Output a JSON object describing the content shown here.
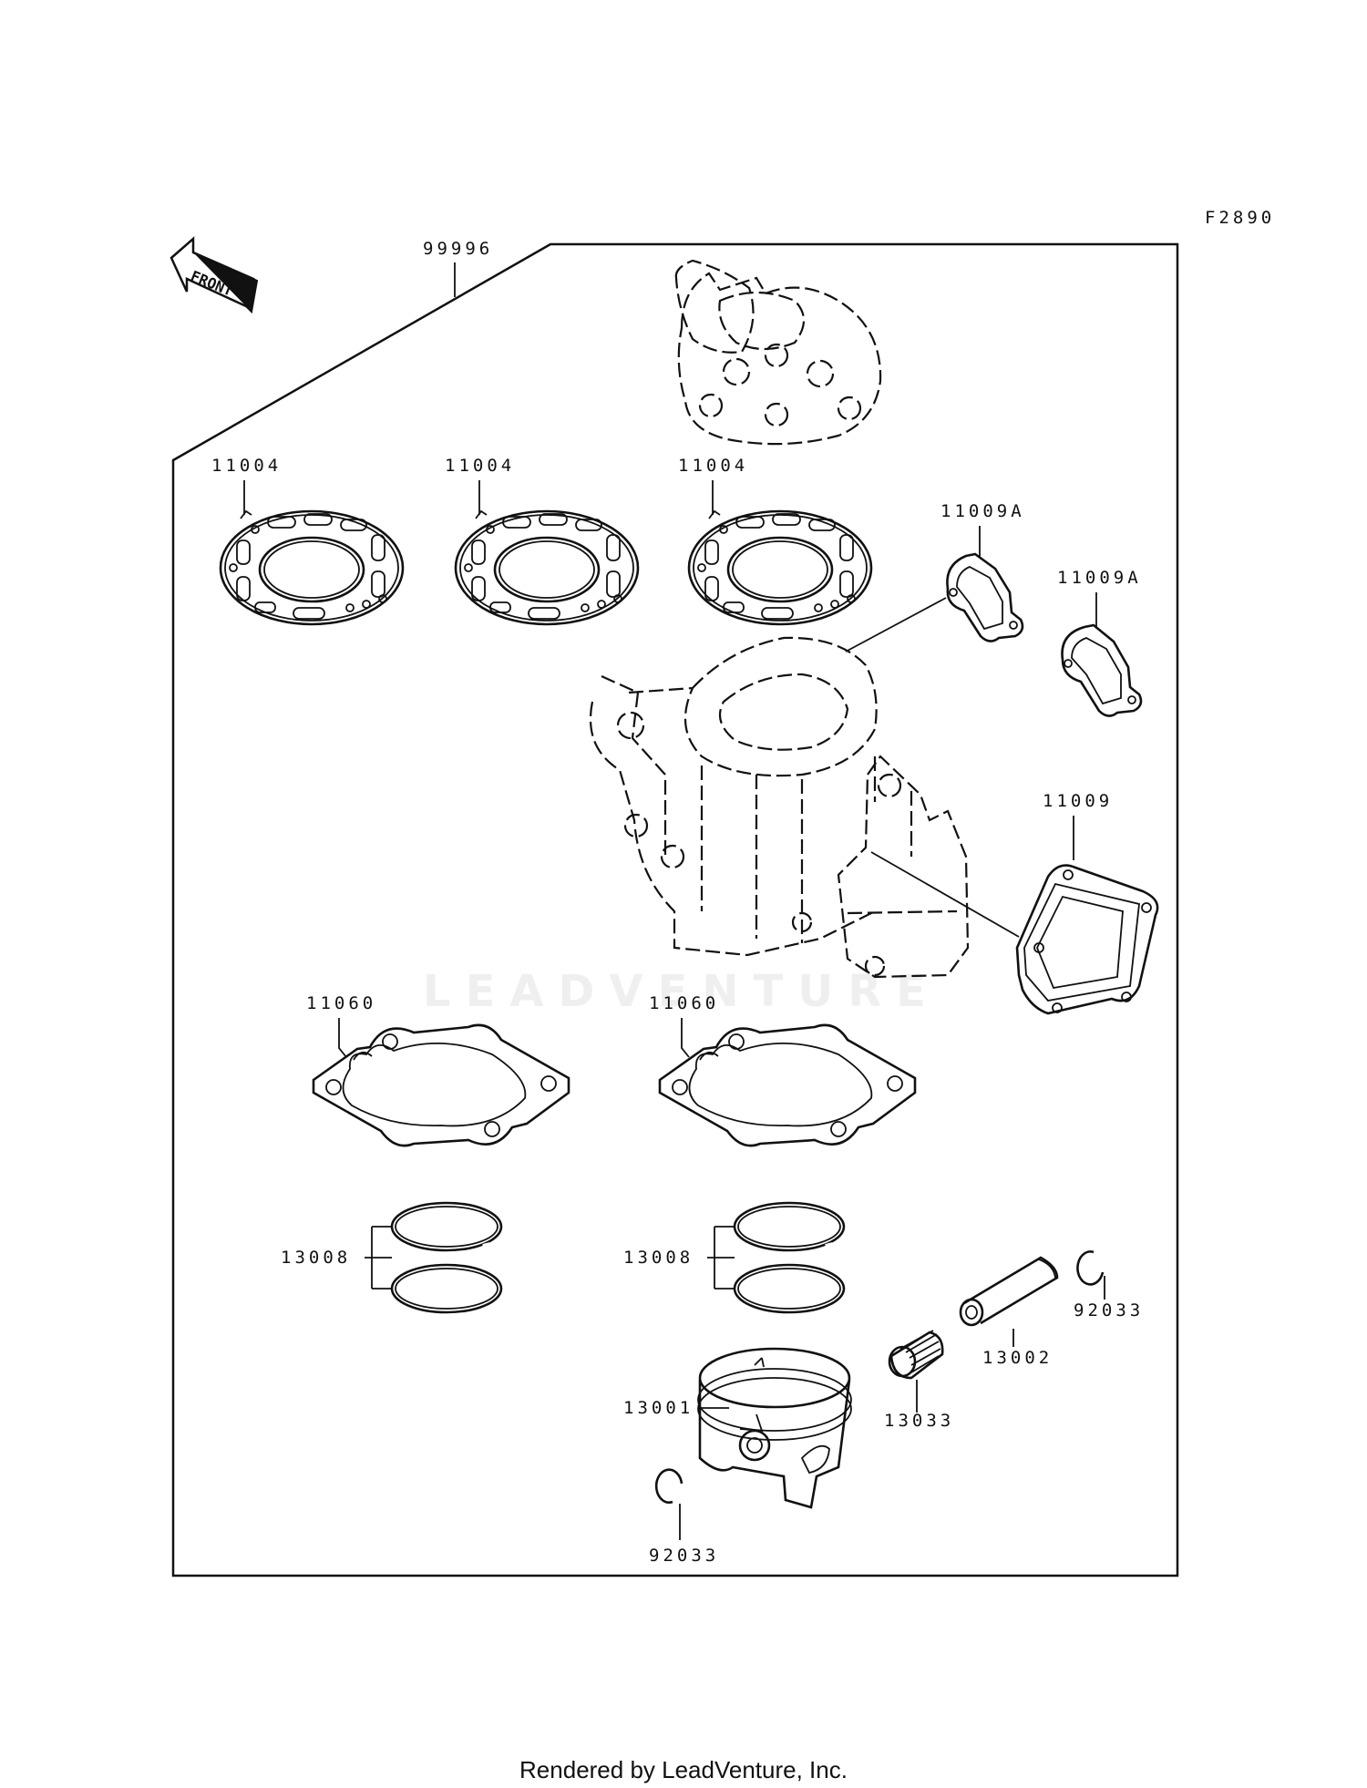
{
  "diagram_code": "F2890",
  "front_label": "FRONT",
  "watermark": "LEADVENTURE",
  "footer": "Rendered by LeadVenture, Inc.",
  "parts": {
    "kit": "99996",
    "head_gasket_1": "11004",
    "head_gasket_2": "11004",
    "head_gasket_3": "11004",
    "exhaust_gasket_a1": "11009A",
    "exhaust_gasket_a2": "11009A",
    "reed_gasket": "11009",
    "base_gasket_1": "11060",
    "base_gasket_2": "11060",
    "ring_set_1": "13008",
    "ring_set_2": "13008",
    "piston": "13001",
    "piston_pin": "13002",
    "needle_bearing": "13033",
    "circlip_1": "92033",
    "circlip_2": "92033"
  }
}
